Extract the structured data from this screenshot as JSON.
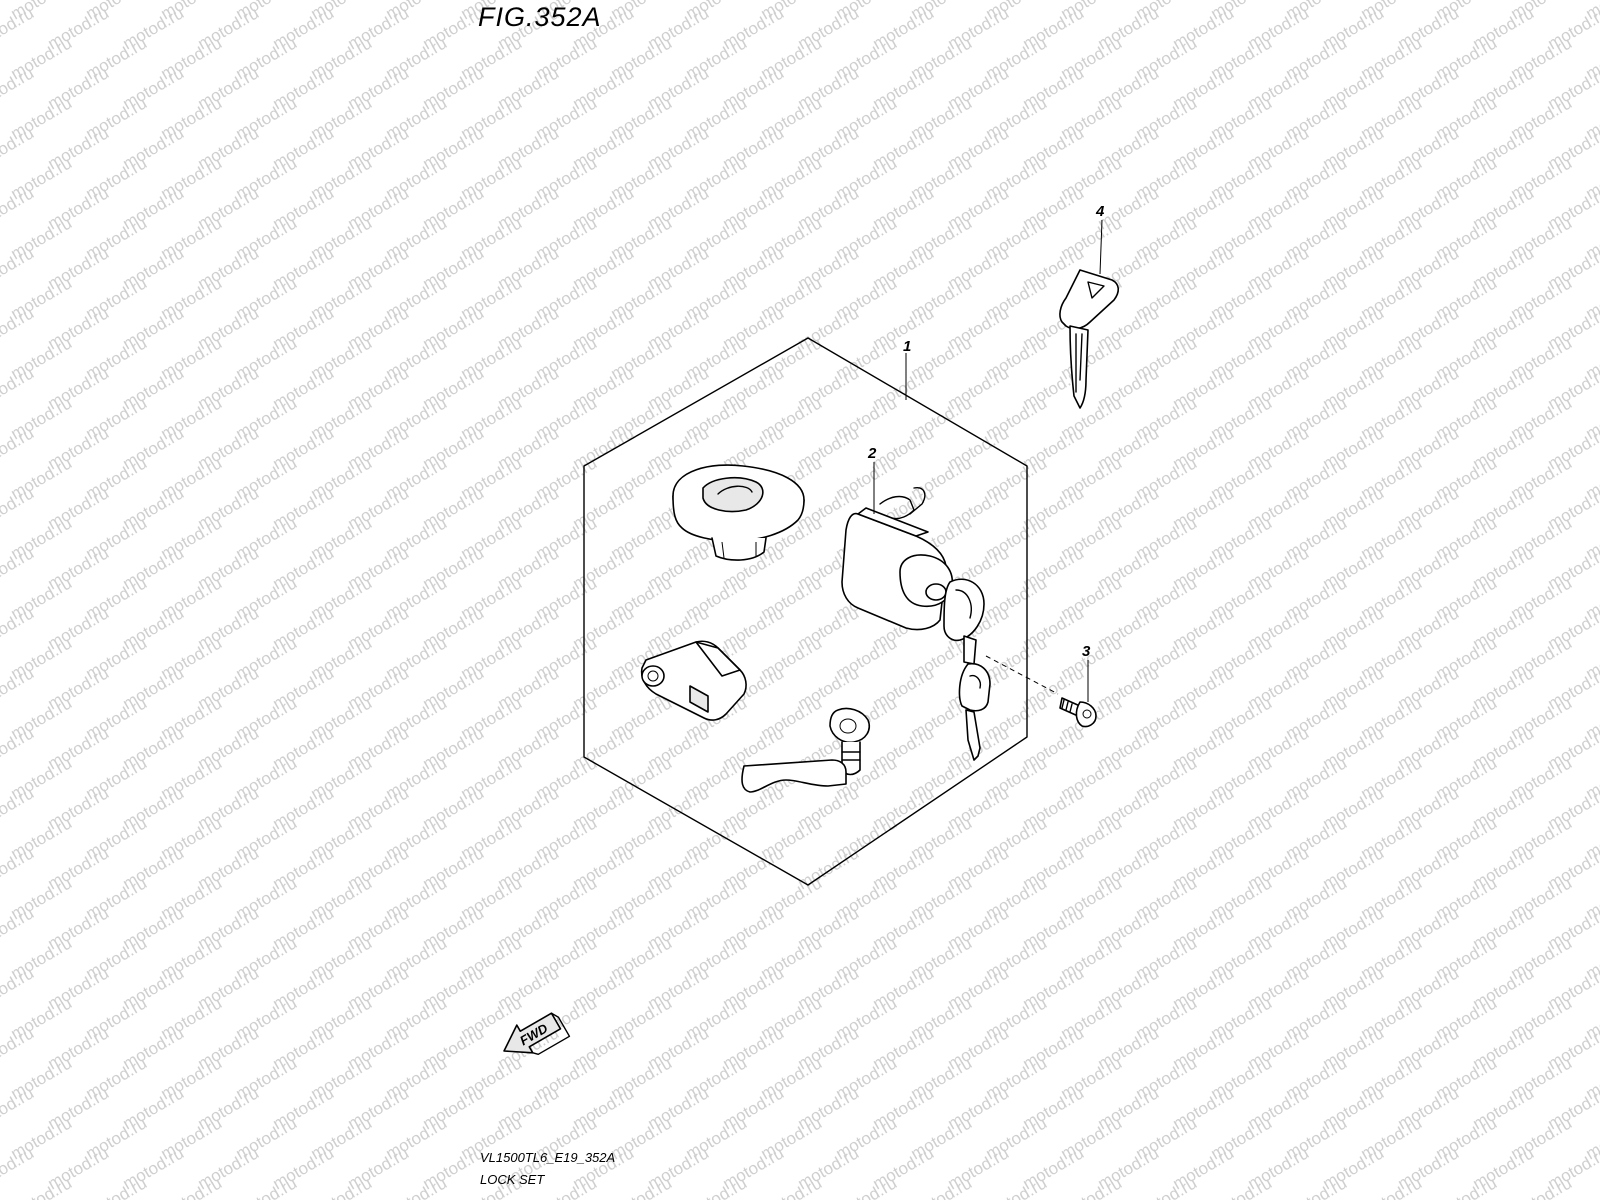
{
  "header": {
    "figure_title": "FIG.352A"
  },
  "footer": {
    "model_code": "VL1500TL6_E19_352A",
    "section_name": "LOCK SET"
  },
  "watermark": {
    "text": "motod.ru"
  },
  "callouts": {
    "part_1": "1",
    "part_2": "2",
    "part_3": "3",
    "part_4": "4"
  },
  "direction_marker": {
    "label": "FWD"
  },
  "colors": {
    "line": "#000000",
    "background": "#ffffff",
    "watermark": "#cfcfcf"
  }
}
